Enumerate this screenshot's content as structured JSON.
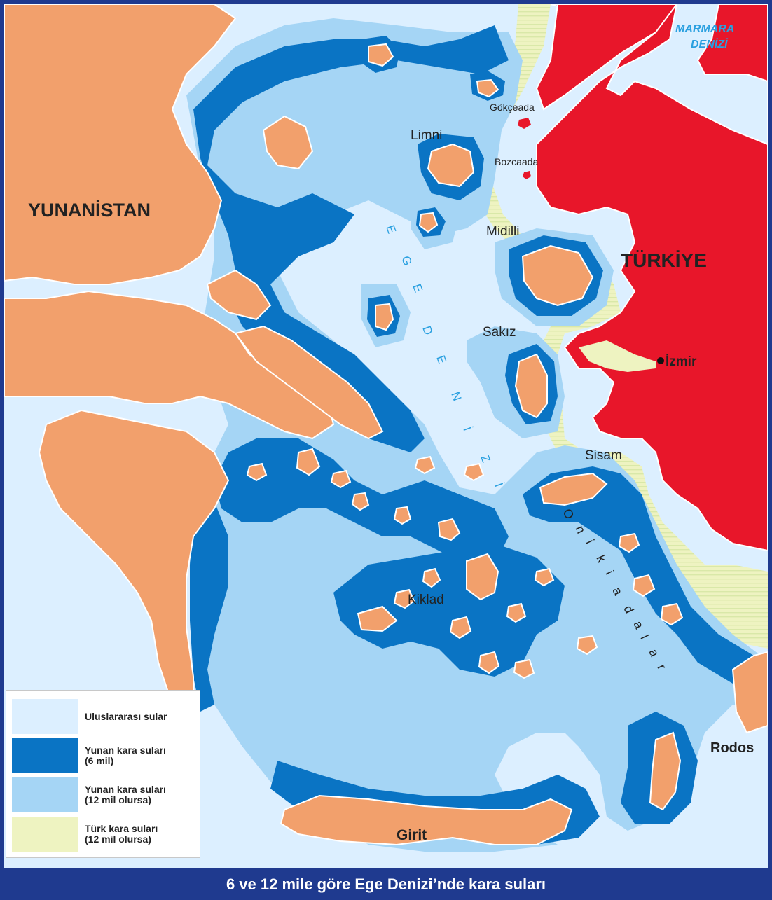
{
  "caption": "6 ve 12 mile göre Ege Denizi’nde kara suları",
  "colors": {
    "international": "#dcefff",
    "greek_6": "#0a74c4",
    "greek_12": "#a5d5f5",
    "turkish_12": "#eef3c1",
    "greece_land": "#f2a06c",
    "turkey_land": "#e8162a",
    "frame": "#1f3a8f"
  },
  "labels": {
    "greece": "YUNANİSTAN",
    "turkey": "TÜRKİYE",
    "marmara_1": "MARMARA",
    "marmara_2": "DENİZİ",
    "gokceada": "Gökçeada",
    "bozcaada": "Bozcaada",
    "limni": "Limni",
    "midilli": "Midilli",
    "sakiz": "Sakız",
    "izmir": "İzmir",
    "sisam": "Sisam",
    "kiklad": "Kiklad",
    "rodos": "Rodos",
    "girit": "Girit",
    "ege_letters": [
      "E",
      "G",
      "E",
      "D",
      "E",
      "N",
      "İ",
      "Z",
      "İ"
    ],
    "onikiadalar_letters": [
      "O",
      "n",
      "i",
      "k",
      "i",
      "a",
      "d",
      "a",
      "l",
      "a",
      "r"
    ]
  },
  "legend": [
    {
      "line1": "Uluslararası sular",
      "line2": "",
      "color": "#dcefff"
    },
    {
      "line1": "Yunan kara suları",
      "line2": "(6 mil)",
      "color": "#0a74c4"
    },
    {
      "line1": "Yunan kara suları",
      "line2": "(12 mil olursa)",
      "color": "#a5d5f5"
    },
    {
      "line1": "Türk kara suları",
      "line2": "(12 mil olursa)",
      "color": "#eef3c1"
    }
  ]
}
